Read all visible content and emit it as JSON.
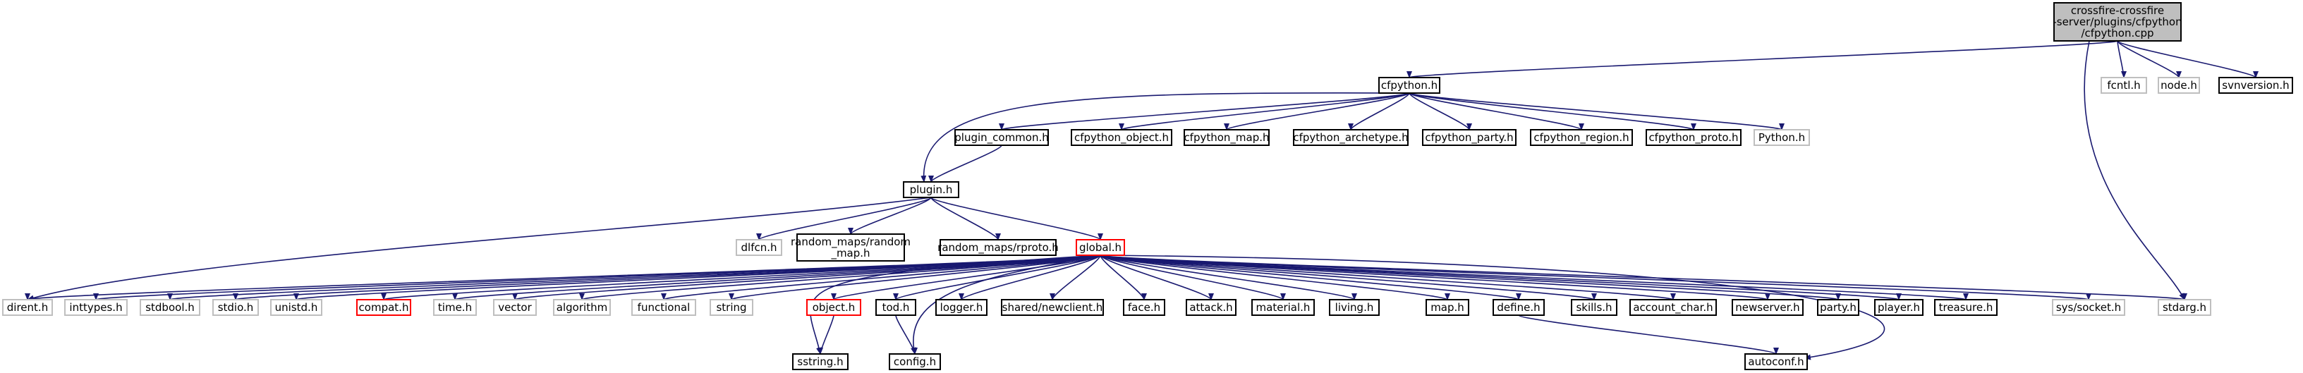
{
  "colors": {
    "edge": "#191970",
    "node_border_default": "#000000",
    "node_border_missing": "#bfbfbf",
    "node_border_truncated": "#ff0000",
    "root_fill": "#bfbfbf",
    "node_fill": "#ffffff",
    "text_missing": "#a0a0a0"
  },
  "nodes": [
    {
      "id": "root",
      "lines": [
        "crossfire-crossfire",
        "-server/plugins/cfpython",
        "/cfpython.cpp"
      ],
      "kind": "root"
    },
    {
      "id": "cfpython_h",
      "lines": [
        "cfpython.h"
      ],
      "kind": "normal"
    },
    {
      "id": "fcntl_h",
      "lines": [
        "fcntl.h"
      ],
      "kind": "missing"
    },
    {
      "id": "node_h",
      "lines": [
        "node.h"
      ],
      "kind": "missing"
    },
    {
      "id": "svnversion_h",
      "lines": [
        "svnversion.h"
      ],
      "kind": "normal"
    },
    {
      "id": "stdarg_h",
      "lines": [
        "stdarg.h"
      ],
      "kind": "missing"
    },
    {
      "id": "plugin_common_h",
      "lines": [
        "plugin_common.h"
      ],
      "kind": "normal"
    },
    {
      "id": "cfpython_object_h",
      "lines": [
        "cfpython_object.h"
      ],
      "kind": "normal"
    },
    {
      "id": "cfpython_map_h",
      "lines": [
        "cfpython_map.h"
      ],
      "kind": "normal"
    },
    {
      "id": "cfpython_archetype_h",
      "lines": [
        "cfpython_archetype.h"
      ],
      "kind": "normal"
    },
    {
      "id": "cfpython_party_h",
      "lines": [
        "cfpython_party.h"
      ],
      "kind": "normal"
    },
    {
      "id": "cfpython_region_h",
      "lines": [
        "cfpython_region.h"
      ],
      "kind": "normal"
    },
    {
      "id": "cfpython_proto_h",
      "lines": [
        "cfpython_proto.h"
      ],
      "kind": "normal"
    },
    {
      "id": "python_h",
      "lines": [
        "Python.h"
      ],
      "kind": "missing"
    },
    {
      "id": "plugin_h",
      "lines": [
        "plugin.h"
      ],
      "kind": "normal"
    },
    {
      "id": "dlfcn_h",
      "lines": [
        "dlfcn.h"
      ],
      "kind": "missing"
    },
    {
      "id": "random_maps_random_map_h",
      "lines": [
        "random_maps/random",
        "_map.h"
      ],
      "kind": "normal"
    },
    {
      "id": "random_maps_rproto_h",
      "lines": [
        "random_maps/rproto.h"
      ],
      "kind": "normal"
    },
    {
      "id": "global_h",
      "lines": [
        "global.h"
      ],
      "kind": "truncated"
    },
    {
      "id": "dirent_h",
      "lines": [
        "dirent.h"
      ],
      "kind": "missing"
    },
    {
      "id": "inttypes_h",
      "lines": [
        "inttypes.h"
      ],
      "kind": "missing"
    },
    {
      "id": "stdbool_h",
      "lines": [
        "stdbool.h"
      ],
      "kind": "missing"
    },
    {
      "id": "stdio_h",
      "lines": [
        "stdio.h"
      ],
      "kind": "missing"
    },
    {
      "id": "unistd_h",
      "lines": [
        "unistd.h"
      ],
      "kind": "missing"
    },
    {
      "id": "compat_h",
      "lines": [
        "compat.h"
      ],
      "kind": "truncated"
    },
    {
      "id": "time_h",
      "lines": [
        "time.h"
      ],
      "kind": "missing"
    },
    {
      "id": "vector",
      "lines": [
        "vector"
      ],
      "kind": "missing"
    },
    {
      "id": "algorithm",
      "lines": [
        "algorithm"
      ],
      "kind": "missing"
    },
    {
      "id": "functional",
      "lines": [
        "functional"
      ],
      "kind": "missing"
    },
    {
      "id": "string",
      "lines": [
        "string"
      ],
      "kind": "missing"
    },
    {
      "id": "object_h",
      "lines": [
        "object.h"
      ],
      "kind": "truncated"
    },
    {
      "id": "tod_h",
      "lines": [
        "tod.h"
      ],
      "kind": "normal"
    },
    {
      "id": "logger_h",
      "lines": [
        "logger.h"
      ],
      "kind": "normal"
    },
    {
      "id": "shared_newclient_h",
      "lines": [
        "shared/newclient.h"
      ],
      "kind": "normal"
    },
    {
      "id": "face_h",
      "lines": [
        "face.h"
      ],
      "kind": "normal"
    },
    {
      "id": "attack_h",
      "lines": [
        "attack.h"
      ],
      "kind": "normal"
    },
    {
      "id": "material_h",
      "lines": [
        "material.h"
      ],
      "kind": "normal"
    },
    {
      "id": "living_h",
      "lines": [
        "living.h"
      ],
      "kind": "normal"
    },
    {
      "id": "map_h",
      "lines": [
        "map.h"
      ],
      "kind": "normal"
    },
    {
      "id": "define_h",
      "lines": [
        "define.h"
      ],
      "kind": "normal"
    },
    {
      "id": "skills_h",
      "lines": [
        "skills.h"
      ],
      "kind": "normal"
    },
    {
      "id": "account_char_h",
      "lines": [
        "account_char.h"
      ],
      "kind": "normal"
    },
    {
      "id": "newserver_h",
      "lines": [
        "newserver.h"
      ],
      "kind": "normal"
    },
    {
      "id": "party_h",
      "lines": [
        "party.h"
      ],
      "kind": "normal"
    },
    {
      "id": "player_h",
      "lines": [
        "player.h"
      ],
      "kind": "normal"
    },
    {
      "id": "treasure_h",
      "lines": [
        "treasure.h"
      ],
      "kind": "normal"
    },
    {
      "id": "sys_socket_h",
      "lines": [
        "sys/socket.h"
      ],
      "kind": "missing"
    },
    {
      "id": "sstring_h",
      "lines": [
        "sstring.h"
      ],
      "kind": "normal"
    },
    {
      "id": "config_h",
      "lines": [
        "config.h"
      ],
      "kind": "normal"
    },
    {
      "id": "autoconf_h",
      "lines": [
        "autoconf.h"
      ],
      "kind": "normal"
    }
  ],
  "edges": [
    [
      "root",
      "cfpython_h"
    ],
    [
      "root",
      "fcntl_h"
    ],
    [
      "root",
      "node_h"
    ],
    [
      "root",
      "svnversion_h"
    ],
    [
      "root",
      "stdarg_h"
    ],
    [
      "cfpython_h",
      "plugin_common_h"
    ],
    [
      "cfpython_h",
      "cfpython_object_h"
    ],
    [
      "cfpython_h",
      "cfpython_map_h"
    ],
    [
      "cfpython_h",
      "cfpython_archetype_h"
    ],
    [
      "cfpython_h",
      "cfpython_party_h"
    ],
    [
      "cfpython_h",
      "cfpython_region_h"
    ],
    [
      "cfpython_h",
      "cfpython_proto_h"
    ],
    [
      "cfpython_h",
      "python_h"
    ],
    [
      "cfpython_h",
      "plugin_h"
    ],
    [
      "plugin_common_h",
      "plugin_h"
    ],
    [
      "plugin_h",
      "dirent_h"
    ],
    [
      "plugin_h",
      "dlfcn_h"
    ],
    [
      "plugin_h",
      "random_maps_random_map_h"
    ],
    [
      "plugin_h",
      "random_maps_rproto_h"
    ],
    [
      "plugin_h",
      "global_h"
    ],
    [
      "global_h",
      "dirent_h"
    ],
    [
      "global_h",
      "inttypes_h"
    ],
    [
      "global_h",
      "stdbool_h"
    ],
    [
      "global_h",
      "stdio_h"
    ],
    [
      "global_h",
      "unistd_h"
    ],
    [
      "global_h",
      "compat_h"
    ],
    [
      "global_h",
      "time_h"
    ],
    [
      "global_h",
      "vector"
    ],
    [
      "global_h",
      "algorithm"
    ],
    [
      "global_h",
      "functional"
    ],
    [
      "global_h",
      "string"
    ],
    [
      "global_h",
      "object_h"
    ],
    [
      "global_h",
      "tod_h"
    ],
    [
      "global_h",
      "logger_h"
    ],
    [
      "global_h",
      "shared_newclient_h"
    ],
    [
      "global_h",
      "face_h"
    ],
    [
      "global_h",
      "attack_h"
    ],
    [
      "global_h",
      "material_h"
    ],
    [
      "global_h",
      "living_h"
    ],
    [
      "global_h",
      "map_h"
    ],
    [
      "global_h",
      "define_h"
    ],
    [
      "global_h",
      "skills_h"
    ],
    [
      "global_h",
      "account_char_h"
    ],
    [
      "global_h",
      "newserver_h"
    ],
    [
      "global_h",
      "party_h"
    ],
    [
      "global_h",
      "player_h"
    ],
    [
      "global_h",
      "treasure_h"
    ],
    [
      "global_h",
      "sys_socket_h"
    ],
    [
      "global_h",
      "stdarg_h"
    ],
    [
      "global_h",
      "sstring_h"
    ],
    [
      "global_h",
      "config_h"
    ],
    [
      "global_h",
      "autoconf_h"
    ],
    [
      "object_h",
      "sstring_h"
    ],
    [
      "tod_h",
      "config_h"
    ],
    [
      "define_h",
      "autoconf_h"
    ]
  ]
}
